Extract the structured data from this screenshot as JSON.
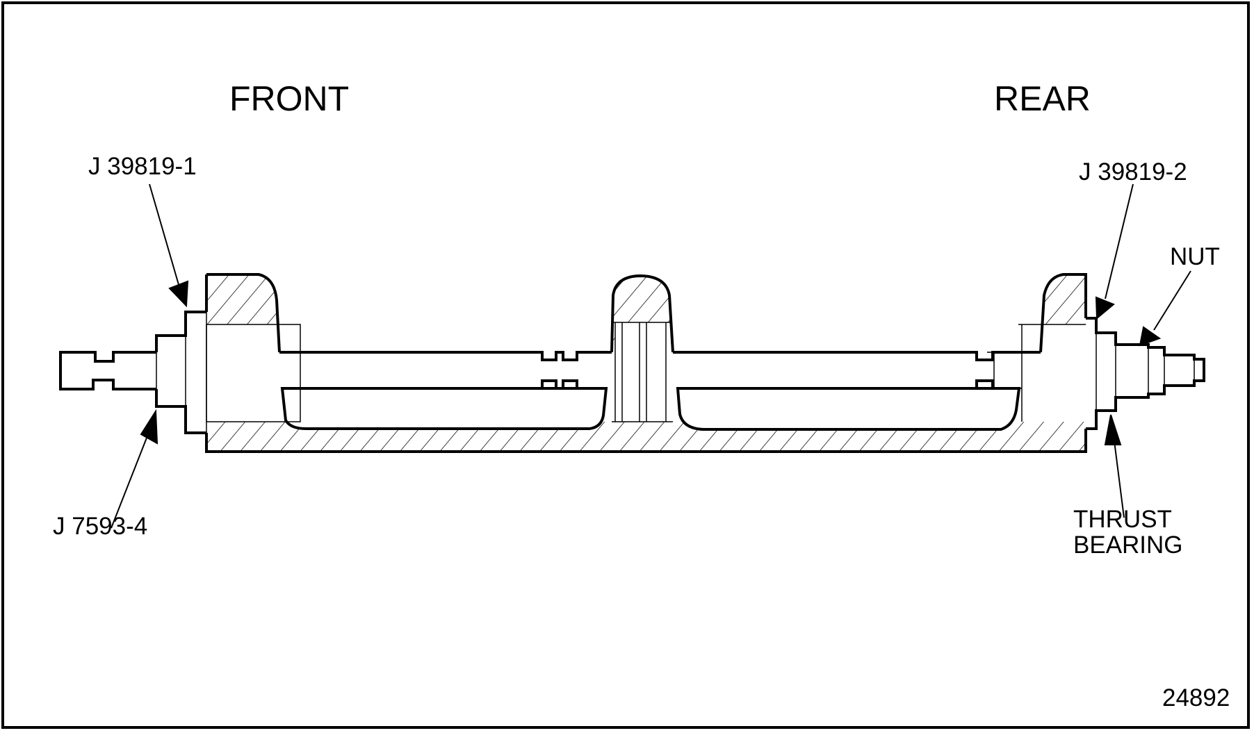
{
  "figure": {
    "title_left": "FRONT",
    "title_right": "REAR",
    "figure_number": "24892"
  },
  "callouts": {
    "front_tool_upper": "J 39819-1",
    "front_tool_lower": "J 7593-4",
    "rear_tool": "J 39819-2",
    "nut": "NUT",
    "thrust_bearing_line1": "THRUST",
    "thrust_bearing_line2": "BEARING"
  },
  "colors": {
    "ink": "#000000",
    "paper": "#ffffff"
  }
}
